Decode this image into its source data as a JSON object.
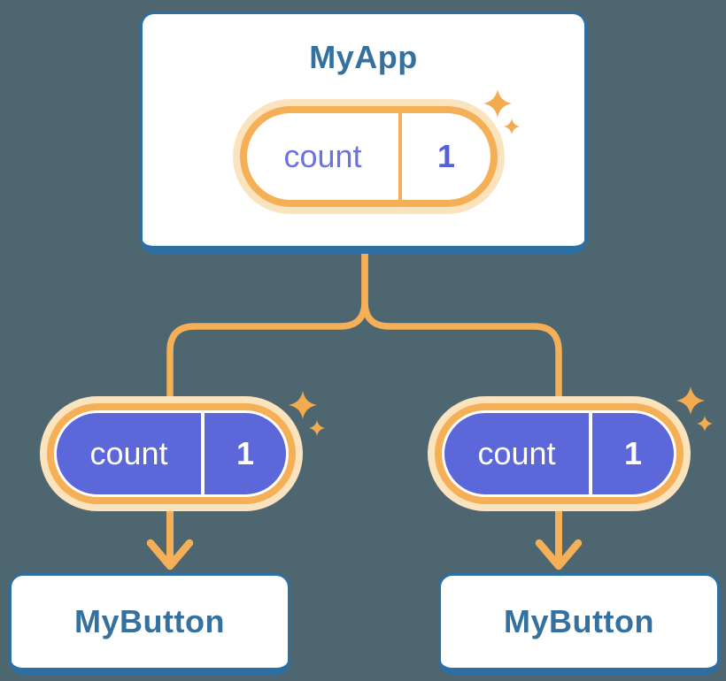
{
  "diagram": {
    "description": "Component tree showing shared state passed from a parent component to two child components",
    "background_color": "#4D6670",
    "colors": {
      "card_border_blue": "#2E6FA1",
      "card_text_blue": "#35719F",
      "accent_orange": "#F5B057",
      "accent_orange_glow": "#FBE3BD",
      "state_purple_fill": "#5C68D9",
      "state_indigo_text": "#6A73E3",
      "state_indigo_value": "#5660DB",
      "sparkle_orange": "#F2AB4E"
    },
    "root": {
      "title": "MyApp",
      "state": {
        "key": "count",
        "value": "1"
      }
    },
    "children": [
      {
        "title": "MyButton",
        "state": {
          "key": "count",
          "value": "1"
        }
      },
      {
        "title": "MyButton",
        "state": {
          "key": "count",
          "value": "1"
        }
      }
    ]
  }
}
